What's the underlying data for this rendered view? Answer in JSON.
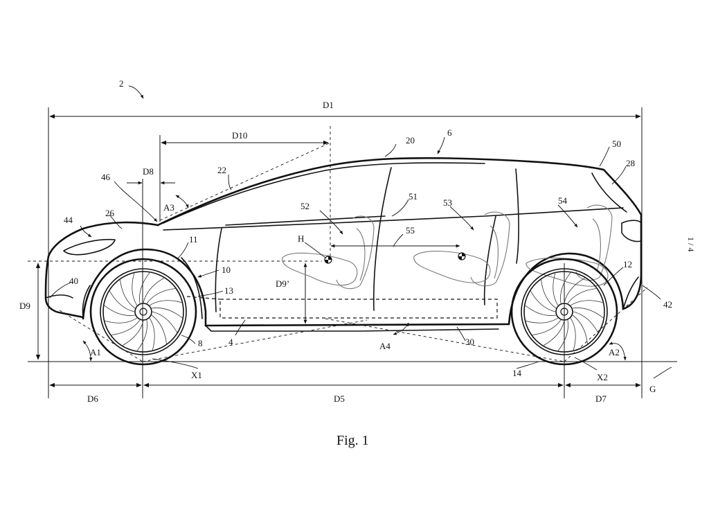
{
  "figure": {
    "reference_numeral": "2",
    "caption": "Fig. 1",
    "sheet_number": "1 / 4"
  },
  "dimensions": {
    "D1": "D1",
    "D5": "D5",
    "D6": "D6",
    "D7": "D7",
    "D8": "D8",
    "D9": "D9",
    "D9p": "D9’",
    "D10": "D10"
  },
  "angles": {
    "A1": "A1",
    "A2": "A2",
    "A3": "A3",
    "A4": "A4"
  },
  "points": {
    "H": "H",
    "X1": "X1",
    "X2": "X2",
    "G": "G"
  },
  "numerals": {
    "n4": "4",
    "n6": "6",
    "n8": "8",
    "n10": "10",
    "n11": "11",
    "n12": "12",
    "n13": "13",
    "n14": "14",
    "n20": "20",
    "n22": "22",
    "n26": "26",
    "n28": "28",
    "n30": "30",
    "n40": "40",
    "n42": "42",
    "n44": "44",
    "n46": "46",
    "n50": "50",
    "n51": "51",
    "n52": "52",
    "n53": "53",
    "n54": "54",
    "n55": "55"
  }
}
